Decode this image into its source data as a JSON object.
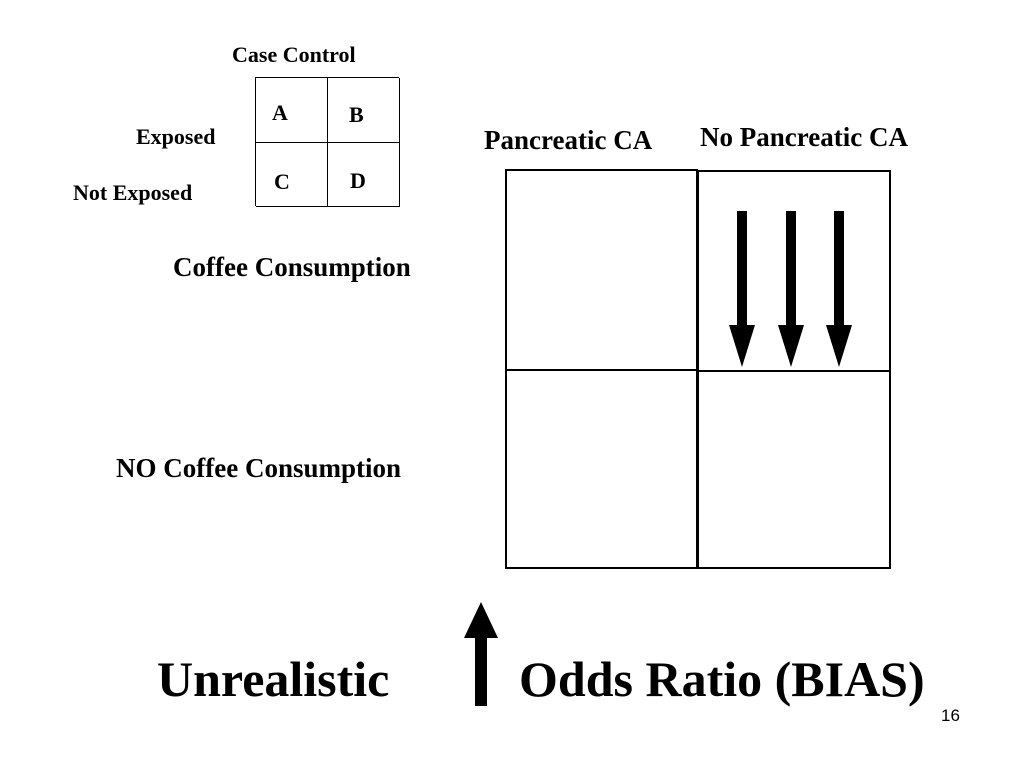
{
  "legend": {
    "header": "Case Control",
    "row_exposed": "Exposed",
    "row_not_exposed": "Not Exposed",
    "cells": {
      "a": "A",
      "b": "B",
      "c": "C",
      "d": "D"
    }
  },
  "columns": {
    "left": "Pancreatic CA",
    "right": "No Pancreatic CA"
  },
  "rows": {
    "top": "Coffee Consumption",
    "bottom": "NO Coffee Consumption"
  },
  "footer": {
    "left_text": "Unrealistic",
    "right_text": "Odds Ratio (BIAS)"
  },
  "page_number": "16"
}
